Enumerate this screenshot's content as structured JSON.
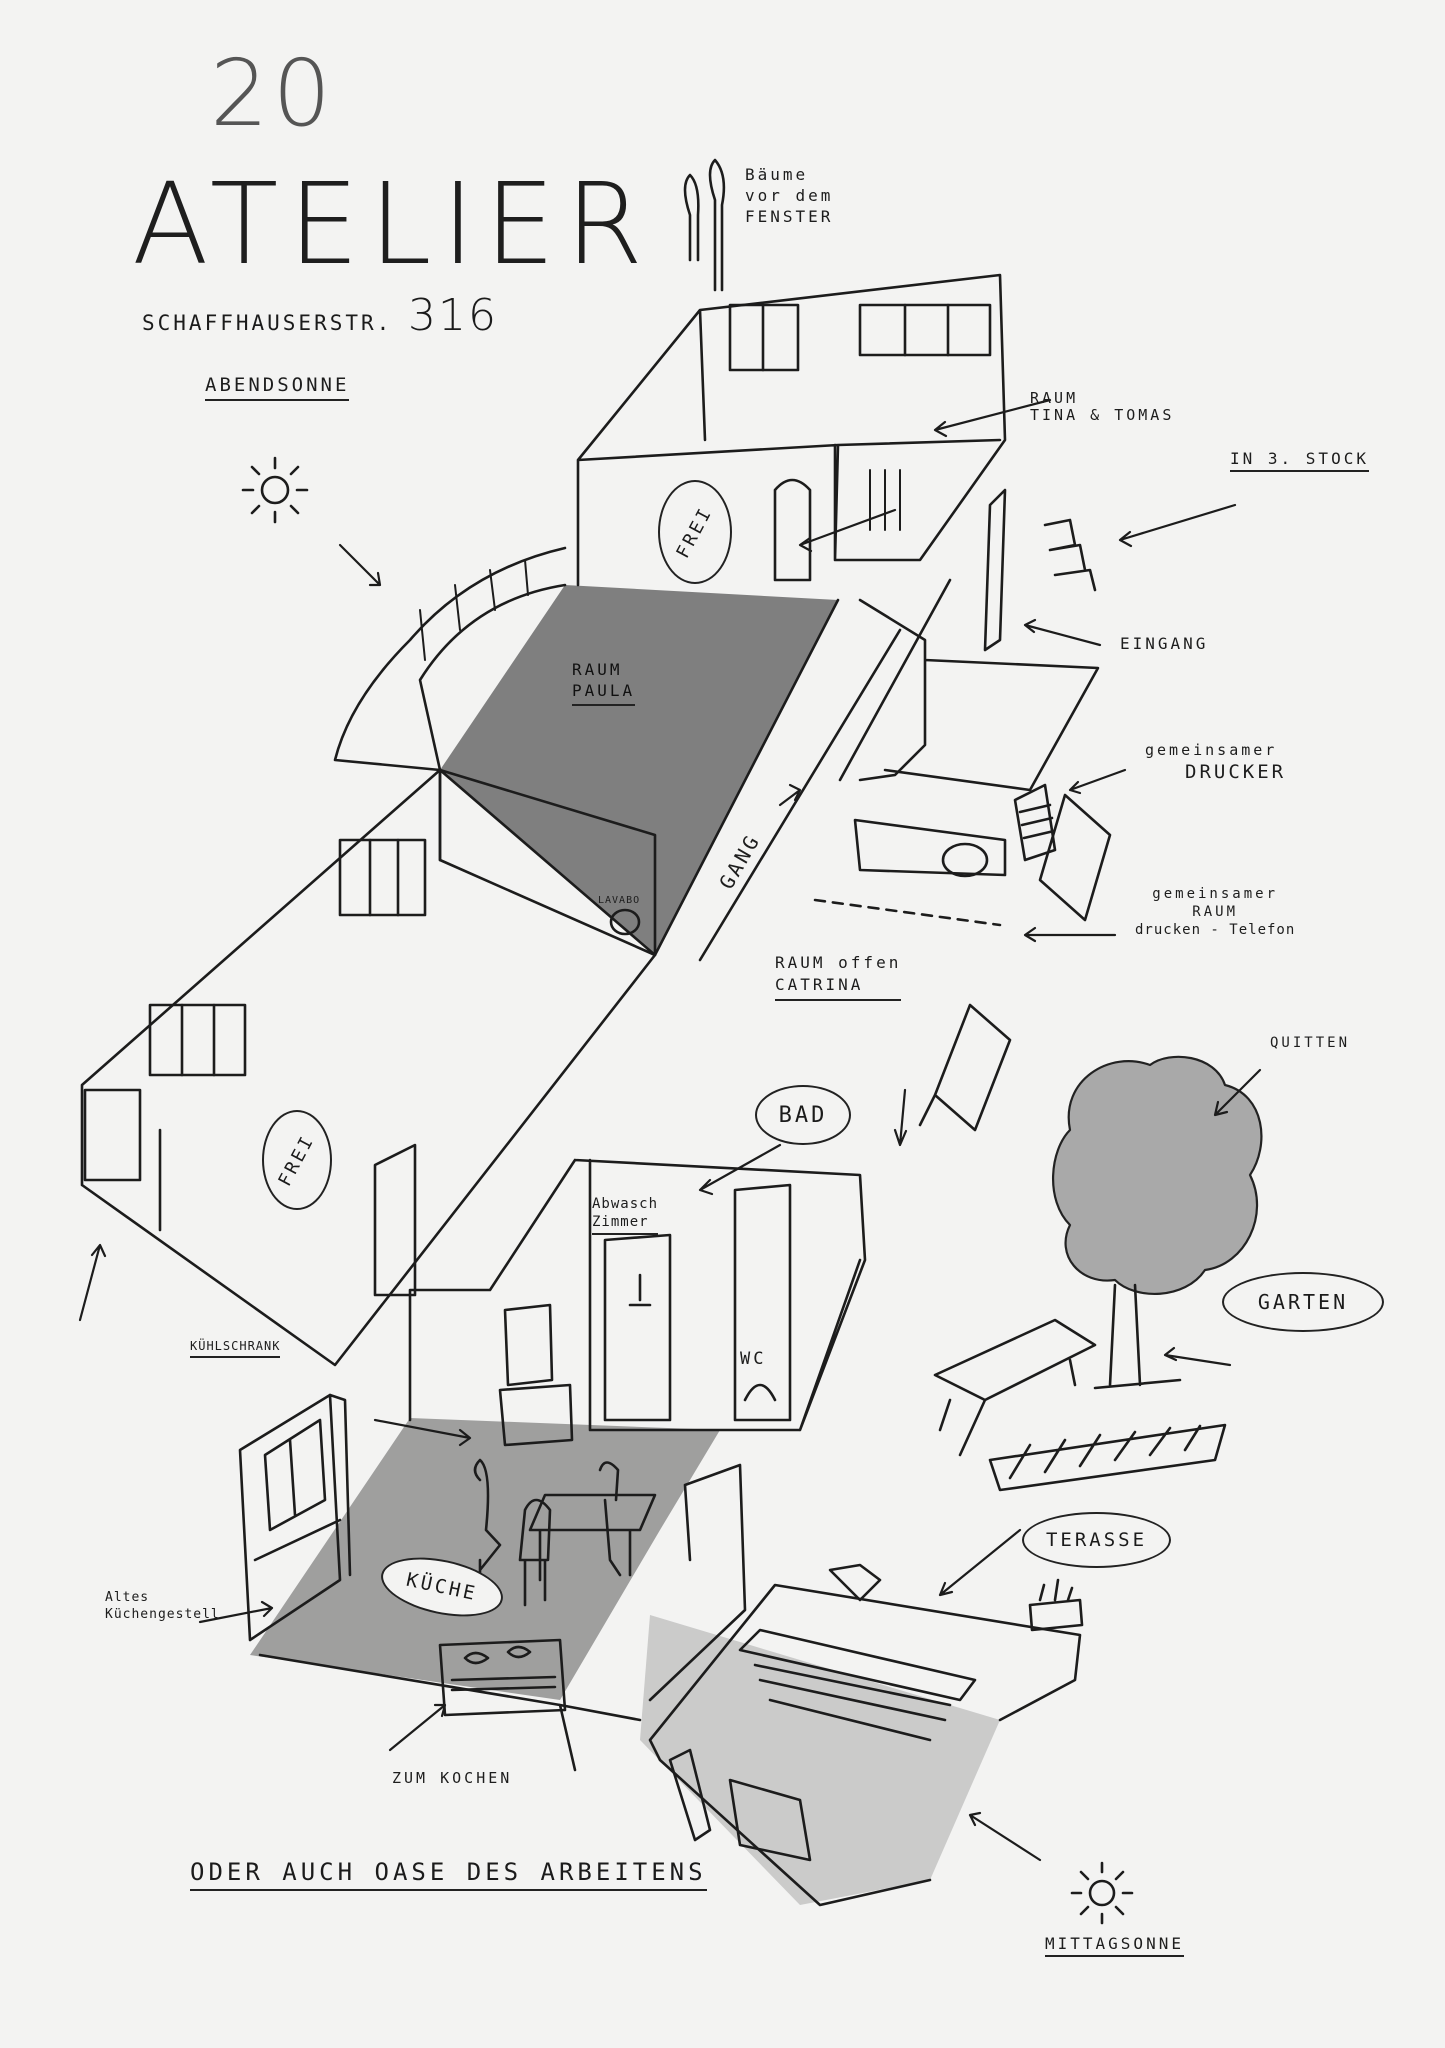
{
  "header": {
    "number": "20",
    "title": "ATELIER",
    "street": "SCHAFFHAUSERSTR.",
    "street_number": "316",
    "evening_sun": "ABENDSONNE"
  },
  "labels": {
    "trees": [
      "Bäume",
      "vor dem",
      "FENSTER"
    ],
    "room_tina_tomas": [
      "RAUM",
      "TINA & TOMAS"
    ],
    "third_floor": "IN 3. STOCK",
    "entrance": "EINGANG",
    "printer": [
      "gemeinsamer",
      "DRUCKER"
    ],
    "shared_room": [
      "gemeinsamer",
      "RAUM",
      "drucken - Telefon"
    ],
    "room_paula": [
      "RAUM",
      "PAULA"
    ],
    "lavabo": "LAVABO",
    "gang": "GANG",
    "room_catrina": [
      "RAUM offen",
      "CATRINA"
    ],
    "frei_top": "FREI",
    "frei_left": "FREI",
    "bad": "BAD",
    "washroom": [
      "Abwasch",
      "Zimmer"
    ],
    "wc": "WC",
    "quitten": "QUITTEN",
    "garten": "GARTEN",
    "fridge": "KÜHLSCHRANK",
    "old_shelf": [
      "Altes",
      "Küchengestell"
    ],
    "kitchen": "KÜCHE",
    "cooking": "ZUM KOCHEN",
    "terrace": "TERASSE",
    "noon_sun": "MITTAGSONNE"
  },
  "footer": "ODER AUCH OASE DES ARBEITENS",
  "colors": {
    "paper": "#f3f3f2",
    "ink": "#1b1b1b",
    "wash_dark": "#6e6e6e",
    "wash_mid": "#9a9a9a",
    "wash_light": "#c9c9c9"
  }
}
